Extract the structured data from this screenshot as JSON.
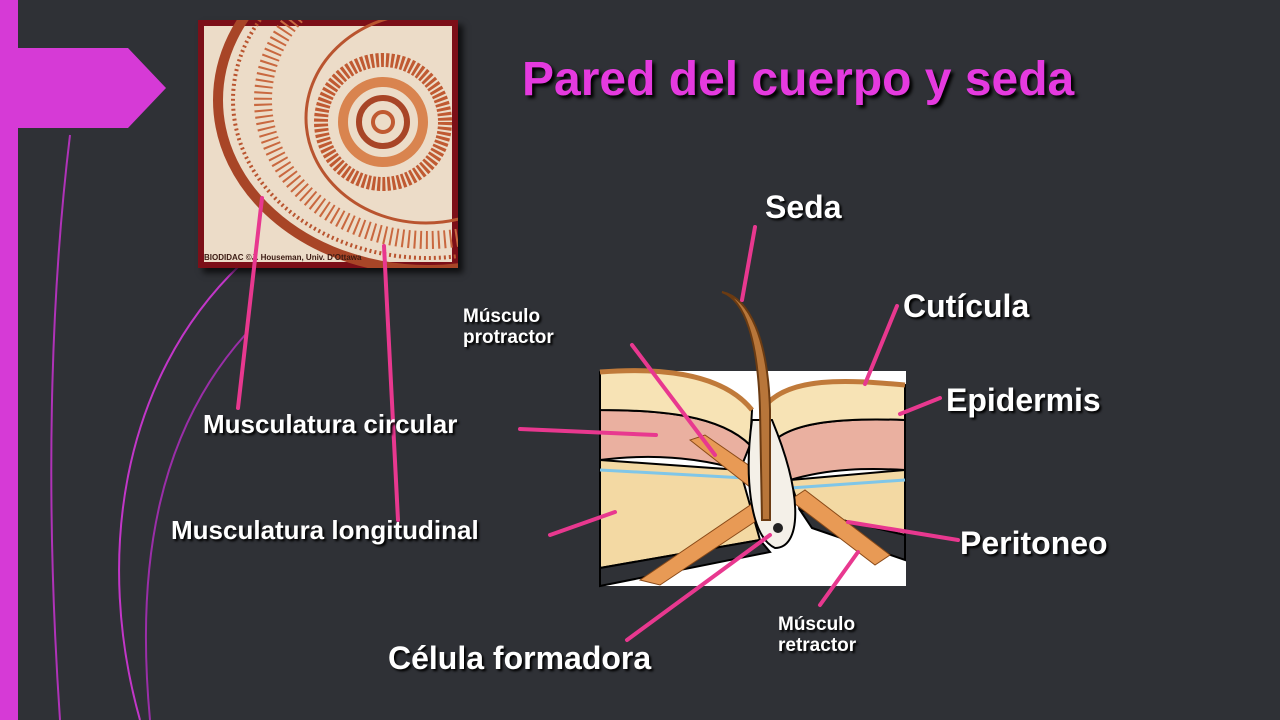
{
  "title": "Pared del cuerpo y seda",
  "photo_credit": "BIODIDAC ©J. Houseman, Univ. D'Ottawa",
  "labels": {
    "seda": "Seda",
    "cuticula": "Cutícula",
    "epidermis": "Epidermis",
    "peritoneo": "Peritoneo",
    "musculo_protractor": "Músculo protractor",
    "musculo_protractor_line1": "Músculo",
    "musculo_protractor_line2": "protractor",
    "musculatura_circular": "Musculatura circular",
    "musculatura_longitudinal": "Musculatura longitudinal",
    "celula_formadora": "Célula formadora",
    "musculo_retractor_line1": "Músculo",
    "musculo_retractor_line2": "retractor"
  },
  "colors": {
    "background": "#2f3136",
    "accent": "#e53adf",
    "pointer": "#e8388f",
    "label": "#ffffff"
  }
}
